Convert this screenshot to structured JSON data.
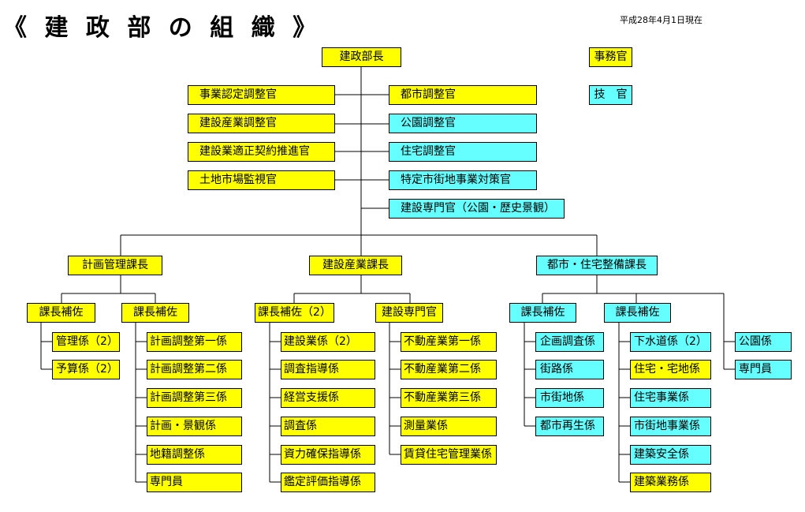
{
  "header": {
    "title": "《 建 政 部 の 組 織 》",
    "date": "平成28年4月1日現在"
  },
  "colors": {
    "line": "#ffff00",
    "staff": "#66ffff"
  },
  "top": {
    "director": "建政部長",
    "admin_officer": "事務官",
    "tech_officer": "技　官",
    "left_staff": [
      "事業認定調整官",
      "建設産業調整官",
      "建設業適正契約推進官",
      "土地市場監視官"
    ],
    "right_staff": [
      "都市調整官",
      "公園調整官",
      "住宅調整官",
      "特定市街地事業対策官",
      "建設専門官（公園・歴史景観）"
    ]
  },
  "divisions": {
    "planning": {
      "name": "計画管理課長",
      "deputy1": "課長補佐",
      "deputy1_sections": [
        "管理係（2）",
        "予算係（2）"
      ],
      "deputy2": "課長補佐",
      "deputy2_sections": [
        "計画調整第一係",
        "計画調整第二係",
        "計画調整第三係",
        "計画・景観係",
        "地籍調整係",
        "専門員"
      ]
    },
    "construction": {
      "name": "建設産業課長",
      "deputy": "課長補佐（2）",
      "deputy_sections": [
        "建設業係（2）",
        "調査指導係",
        "経営支援係",
        "調査係",
        "資力確保指導係",
        "鑑定評価指導係"
      ],
      "specialist": "建設専門官",
      "specialist_sections": [
        "不動産業第一係",
        "不動産業第二係",
        "不動産業第三係",
        "測量業係",
        "賃貸住宅管理業係"
      ]
    },
    "urban": {
      "name": "都市・住宅整備課長",
      "deputy1": "課長補佐",
      "deputy1_sections": [
        "企画調査係",
        "街路係",
        "市街地係",
        "都市再生係"
      ],
      "deputy2": "課長補佐",
      "deputy2_sections": [
        "下水道係（2）",
        "住宅・宅地係",
        "住宅事業係",
        "市街地事業係",
        "建築安全係",
        "建築業務係"
      ],
      "direct_sections": [
        "公園係",
        "専門員"
      ]
    }
  }
}
